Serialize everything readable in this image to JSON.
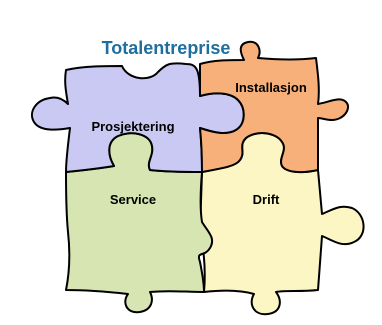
{
  "title": "Totalentreprise",
  "colors": {
    "title": "#1f6ea0",
    "prosjektering": "#c9c9f4",
    "installasjon": "#f8b07a",
    "service": "#d6e5b2",
    "drift": "#fbf6c3",
    "outline": "#000000"
  },
  "pieces": {
    "prosjektering": {
      "label": "Prosjektering"
    },
    "installasjon": {
      "label": "Installasjon"
    },
    "service": {
      "label": "Service"
    },
    "drift": {
      "label": "Drift"
    }
  }
}
